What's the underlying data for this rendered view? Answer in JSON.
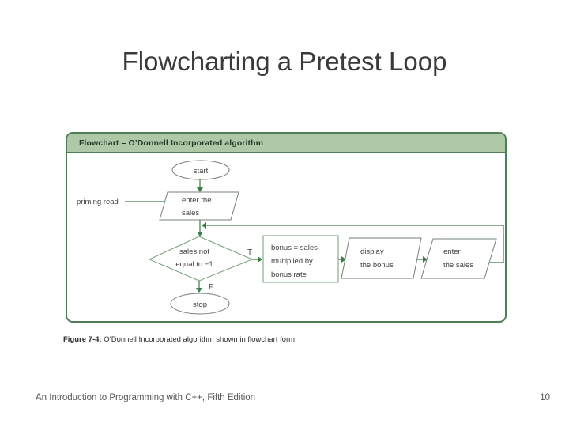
{
  "slide": {
    "title": "Flowcharting a Pretest Loop",
    "footer_left": "An Introduction to Programming with C++, Fifth Edition",
    "page_number": "10"
  },
  "figure": {
    "header": "Flowchart – O’Donnell Incorporated algorithm",
    "caption_label": "Figure 7-4:",
    "caption_text": "O’Donnell Incorporated algorithm shown in flowchart form"
  },
  "flowchart": {
    "start_label": "start",
    "priming_label": "priming read",
    "input1_line1": "enter the",
    "input1_line2": "sales",
    "decision_line1": "sales not",
    "decision_line2": "equal to −1",
    "true_label": "T",
    "false_label": "F",
    "process_line1": "bonus = sales",
    "process_line2": "multiplied by",
    "process_line3": "bonus rate",
    "output_line1": "display",
    "output_line2": "the bonus",
    "input2_line1": "enter",
    "input2_line2": "the sales",
    "stop_label": "stop"
  },
  "colors": {
    "figure_border_green": "#4f7d57",
    "banner_bg_green": "#aec8a8",
    "banner_text_green": "#1e3b26",
    "connector_green": "#3c7c46",
    "shape_outline_gray": "#75807a",
    "shape_outline_green": "#7ba580",
    "shape_text_gray": "#3f3f3f"
  }
}
